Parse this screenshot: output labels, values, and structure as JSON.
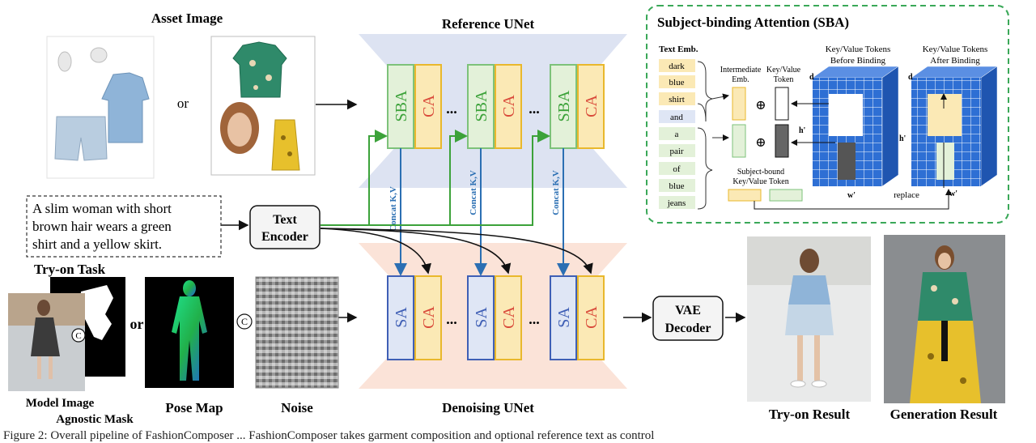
{
  "asset_section": {
    "title": "Asset Image",
    "or_label": "or"
  },
  "reference_unet": {
    "title": "Reference UNet",
    "blocks": [
      "SBA",
      "CA",
      "SBA",
      "CA",
      "SBA",
      "CA"
    ],
    "ellipsis": "...",
    "concat_label": "Concat K,V"
  },
  "denoising_unet": {
    "title": "Denoising UNet",
    "blocks": [
      "SA",
      "CA",
      "SA",
      "CA",
      "SA",
      "CA"
    ],
    "ellipsis": "..."
  },
  "prompt": {
    "lines": [
      "A slim woman with short",
      "brown hair wears a green",
      "shirt and a yellow skirt."
    ]
  },
  "text_encoder": {
    "line1": "Text",
    "line2": "Encoder"
  },
  "vae_decoder": {
    "line1": "VAE",
    "line2": "Decoder"
  },
  "tryon": {
    "title": "Try-on Task",
    "model_image": "Model Image",
    "agnostic_mask": "Agnostic Mask",
    "pose_map": "Pose Map",
    "noise": "Noise",
    "or_label": "or",
    "concat_symbol": "C"
  },
  "results": {
    "tryon_result": "Try-on Result",
    "generation_result": "Generation Result"
  },
  "sba_panel": {
    "title": "Subject-binding Attention (SBA)",
    "text_emb_title": "Text Emb.",
    "tokens": [
      "dark",
      "blue",
      "shirt",
      "and",
      "a",
      "pair",
      "of",
      "blue",
      "jeans"
    ],
    "intermediate_emb": [
      "Intermediate",
      "Emb."
    ],
    "kv_token": [
      "Key/Value",
      "Token"
    ],
    "subject_bound": [
      "Subject-bound",
      "Key/Value Token"
    ],
    "before_binding": [
      "Key/Value Tokens",
      "Before Binding"
    ],
    "after_binding": [
      "Key/Value Tokens",
      "After Binding"
    ],
    "dim_d": "d",
    "dim_h": "h'",
    "dim_w": "w'",
    "replace": "replace",
    "plus": "⊕"
  },
  "caption": {
    "text": "Figure 2: Overall pipeline of FashionComposer ... FashionComposer takes garment composition and optional reference text as control"
  },
  "colors": {
    "reference_bg": "#dde3f2",
    "denoising_bg": "#fbe3d8",
    "sba_fill": "#e3f1d9",
    "sba_stroke": "#7dc27a",
    "ca_fill": "#fbe9b5",
    "ca_stroke": "#e9b82c",
    "sa_fill": "#dfe6f5",
    "sa_stroke": "#3f5fb5",
    "green_arrow": "#3ca23a",
    "blue_arrow": "#2b6fb3",
    "grid_blue": "#2e6fd4",
    "panel_border": "#3aa858"
  }
}
